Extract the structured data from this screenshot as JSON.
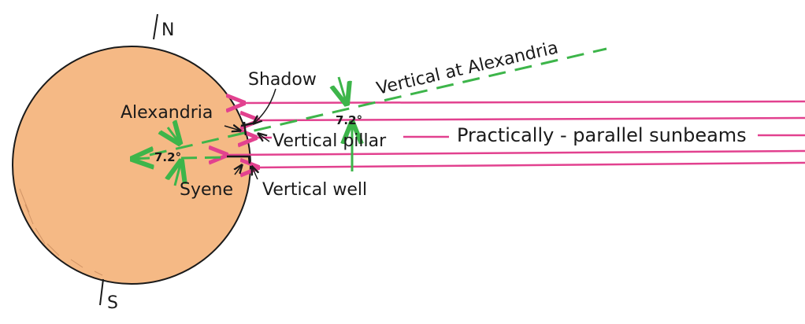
{
  "labels": {
    "north": "N",
    "south": "S",
    "shadow": "Shadow",
    "alexandria": "Alexandria",
    "syene": "Syene",
    "vertical_at_alexandria": "Vertical at Alexandria",
    "vertical_pillar": "Vertical pillar",
    "vertical_well": "Vertical well",
    "sunbeams": "Practically - parallel sunbeams",
    "angle_center": "7.2°",
    "angle_pillar": "7.2°"
  },
  "colors": {
    "earth": "#F5B985",
    "sunbeam": "#E2418F",
    "vertical": "#3DB54A",
    "ink": "#1a1a1a"
  }
}
